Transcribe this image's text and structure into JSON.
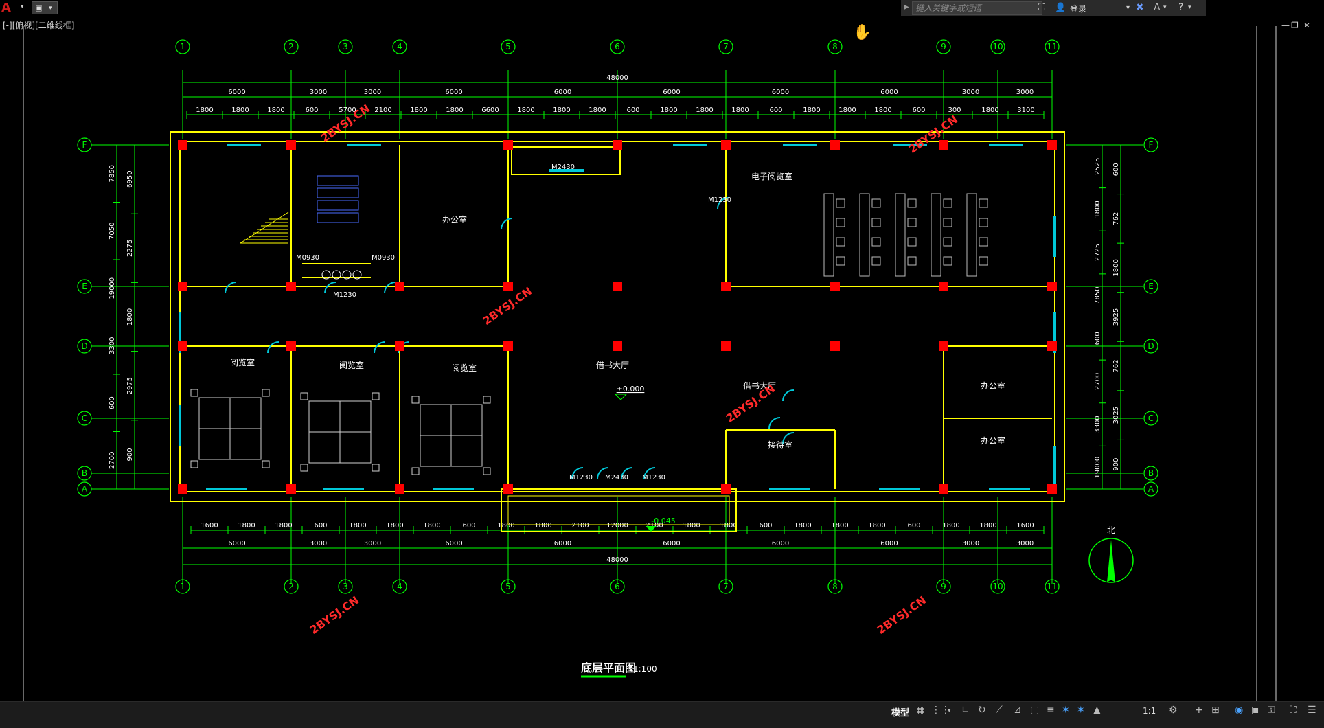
{
  "app": {
    "logo": "A",
    "view_label": "[-][俯视][二维线框]"
  },
  "search": {
    "placeholder": "键入关键字或短语",
    "login_label": "登录"
  },
  "drawing": {
    "column_axes": [
      "1",
      "2",
      "3",
      "4",
      "5",
      "6",
      "7",
      "8",
      "9",
      "10",
      "11"
    ],
    "row_axes": [
      "F",
      "E",
      "D",
      "C",
      "B",
      "A"
    ],
    "top_overall_dim": "48000",
    "top_bay_dims": [
      "6000",
      "3000",
      "3000",
      "6000",
      "6000",
      "6000",
      "6000",
      "6000",
      "3000",
      "3000"
    ],
    "top_detail_dims": [
      "1800",
      "1800",
      "1800",
      "600",
      "5700",
      "2100",
      "1800",
      "1800",
      "6600",
      "1800",
      "1800",
      "1800",
      "600",
      "1800",
      "1800",
      "1800",
      "600",
      "1800",
      "1800",
      "1800",
      "600",
      "300",
      "1800",
      "3100"
    ],
    "bottom_detail_dims": [
      "1600",
      "1800",
      "1800",
      "600",
      "1800",
      "1800",
      "1800",
      "600",
      "1800",
      "1800",
      "2100",
      "12000",
      "2100",
      "1800",
      "1800",
      "600",
      "1800",
      "1800",
      "1800",
      "600",
      "1800",
      "1800",
      "1600"
    ],
    "bottom_bay_dims": [
      "6000",
      "3000",
      "3000",
      "6000",
      "6000",
      "6000",
      "6000",
      "6000",
      "3000",
      "3000"
    ],
    "bottom_overall_dim": "48000",
    "left_dims": [
      "7850",
      "7050",
      "19000",
      "3300",
      "600",
      "2700",
      "6950",
      "2275",
      "1800",
      "2975",
      "900"
    ],
    "right_dims": [
      "2525",
      "1800",
      "2725",
      "7850",
      "600",
      "2700",
      "3300",
      "19000",
      "600",
      "762",
      "1800",
      "3925",
      "762",
      "3025",
      "900"
    ],
    "rooms": [
      "办公室",
      "电子阅览室",
      "阅览室",
      "阅览室",
      "阅览室",
      "借书大厅",
      "借书大厅",
      "接待室",
      "办公室",
      "办公室"
    ],
    "doors": [
      "M2430",
      "M1230",
      "M0930",
      "M0930",
      "M1230",
      "M1230",
      "M2430",
      "M1230"
    ],
    "levels": [
      "±0.000",
      "-0.045"
    ],
    "north_label": "北",
    "watermark": "2BYSJ.CN",
    "title": "底层平面图",
    "scale": "1:100"
  },
  "statusbar": {
    "model_label": "模型",
    "scale_label": "1:1"
  },
  "colors": {
    "background": "#000000",
    "grid": "#00ff00",
    "wall": "#ffff00",
    "column": "#ff0000",
    "window": "#00c8d8",
    "watermark": "#ff2a2a"
  }
}
